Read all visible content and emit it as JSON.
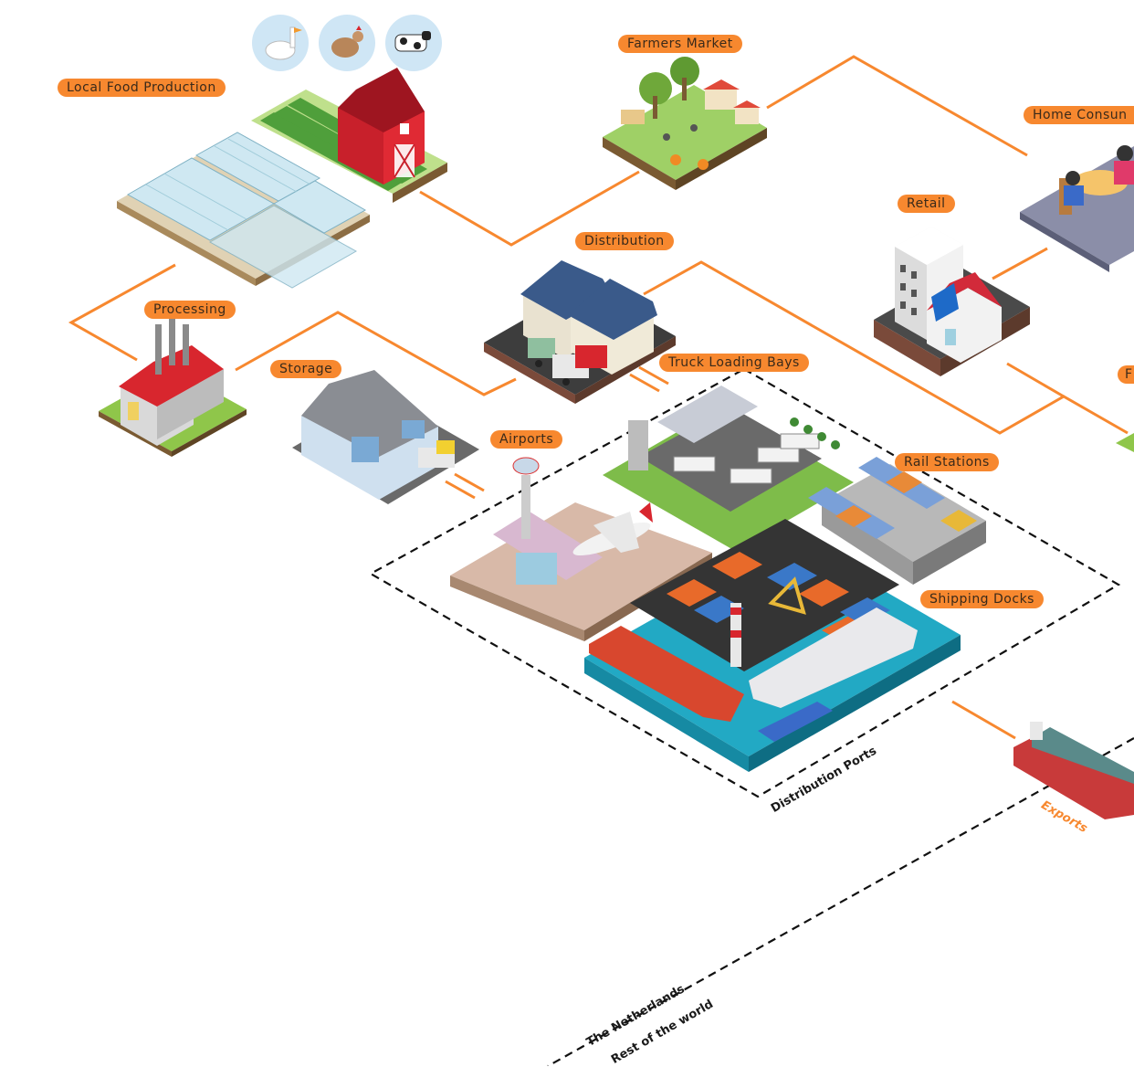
{
  "labels": {
    "local_food_production": "Local Food Production",
    "farmers_market": "Farmers Market",
    "home_consumption": "Home Consun",
    "retail": "Retail",
    "distribution": "Distribution",
    "processing": "Processing",
    "storage": "Storage",
    "truck_loading_bays": "Truck Loading Bays",
    "airports": "Airports",
    "rail_stations": "Rail Stations",
    "shipping_docks": "Shipping Docks",
    "cut_off_label": "F"
  },
  "annotations": {
    "distribution_ports": "Distribution Ports",
    "exports": "Exports",
    "the_netherlands": "The Netherlands",
    "rest_of_world": "Rest of the world"
  },
  "colors": {
    "accent": "#f7882f",
    "line": "#f7882f",
    "dashed": "#111111"
  },
  "icons": [
    "goose-icon",
    "chicken-icon",
    "cow-icon"
  ]
}
